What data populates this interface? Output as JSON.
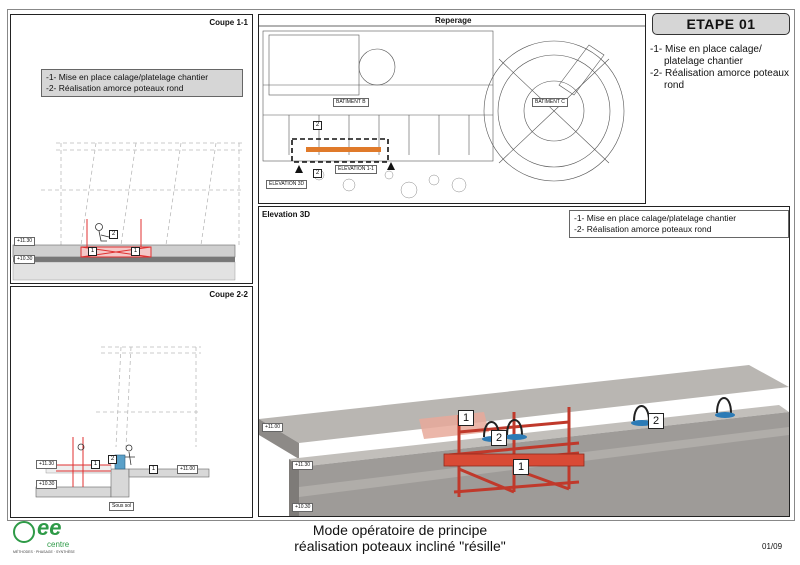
{
  "coupe11": {
    "title": "Coupe 1-1",
    "notes": [
      "-1- Mise en place calage/platelage chantier",
      "-2- Réalisation amorce poteaux rond"
    ],
    "levels": [
      "+11.30",
      "+10.30"
    ],
    "markers": [
      "1",
      "2",
      "1"
    ]
  },
  "coupe22": {
    "title": "Coupe 2-2",
    "levels": [
      "+11.30",
      "+10.30",
      "+11.00"
    ],
    "markers": [
      "1",
      "2",
      "1"
    ],
    "sous_sol": "Sous sol"
  },
  "reperage": {
    "title": "Reperage",
    "labels": {
      "batiment_b": "BATIMENT B",
      "batiment_c": "BATIMENT C",
      "elevation_3d": "ELEVATION 3D",
      "elevation_11": "ELEVATION 1-1"
    },
    "markers": [
      "2",
      "2"
    ]
  },
  "etape": {
    "title": "ETAPE 01",
    "steps": [
      "-1- Mise en place calage/ platelage chantier",
      "-2- Réalisation amorce poteaux rond"
    ]
  },
  "elevation3d": {
    "title": "Elevation 3D",
    "notes": [
      "-1- Mise en place calage/platelage chantier",
      "-2- Réalisation amorce poteaux rond"
    ],
    "levels": [
      "+11.00",
      "+11.30",
      "+10.30"
    ],
    "markers": [
      "1",
      "2",
      "1",
      "2"
    ]
  },
  "footer": {
    "title_line1": "Mode opératoire de principe",
    "title_line2": "réalisation poteaux incliné \"résille\"",
    "page": "01/09",
    "logo_letters": "ee",
    "logo_word": "centre",
    "logo_sub": "MÉTHODES · PHASAGE · SYNTHÈSE"
  },
  "colors": {
    "accent_red": "#e03030",
    "orange": "#e07a2a",
    "logo_green": "#2e9a47",
    "box_gray": "#d6d6d6"
  }
}
